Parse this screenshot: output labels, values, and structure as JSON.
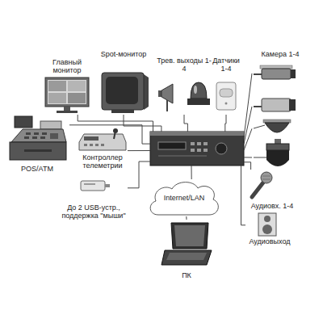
{
  "diagram": {
    "nodes": [
      {
        "text": [
          "Главный монитор"
        ]
      },
      {
        "text": [
          "Spot-монитор"
        ]
      },
      {
        "text": [
          "Трев. выходы 1-4"
        ]
      },
      {
        "text": [
          "Датчики 1-4"
        ]
      },
      {
        "text": [
          "Камера 1-4"
        ]
      },
      {
        "text": [
          "POS/ATM"
        ]
      },
      {
        "text": [
          "Контроллер телеметрии"
        ]
      },
      {
        "text": []
      },
      {
        "text": [
          "До 2 USB-устр., поддержка \"мыши\""
        ]
      },
      {
        "text": [
          "Internet/LAN"
        ]
      },
      {
        "text": [
          "Аудиовх. 1-4"
        ]
      },
      {
        "text": [
          "ПК"
        ]
      },
      {
        "text": [
          "Аудиовыход"
        ]
      }
    ],
    "edges": [
      {
        "from": 0,
        "to": 7,
        "arrow": "none"
      },
      {
        "from": 1,
        "to": 7,
        "arrow": "none"
      },
      {
        "from": 2,
        "to": 7,
        "arrow": "none"
      },
      {
        "from": 3,
        "to": 7,
        "arrow": "none"
      },
      {
        "from": 4,
        "to": 7,
        "arrow": "none"
      },
      {
        "from": 4,
        "to": 7,
        "arrow": "none"
      },
      {
        "from": 4,
        "to": 7,
        "arrow": "none"
      },
      {
        "from": 4,
        "to": 7,
        "arrow": "none"
      },
      {
        "from": 5,
        "to": 7,
        "arrow": "none"
      },
      {
        "from": 6,
        "to": 7,
        "arrow": "none"
      },
      {
        "from": 8,
        "to": 7,
        "arrow": "none"
      },
      {
        "from": 7,
        "to": 9,
        "arrow": "none"
      },
      {
        "from": 9,
        "to": 11,
        "arrow": "none"
      },
      {
        "from": 10,
        "to": 7,
        "arrow": "none"
      },
      {
        "from": 12,
        "to": 7,
        "arrow": "none"
      }
    ]
  }
}
